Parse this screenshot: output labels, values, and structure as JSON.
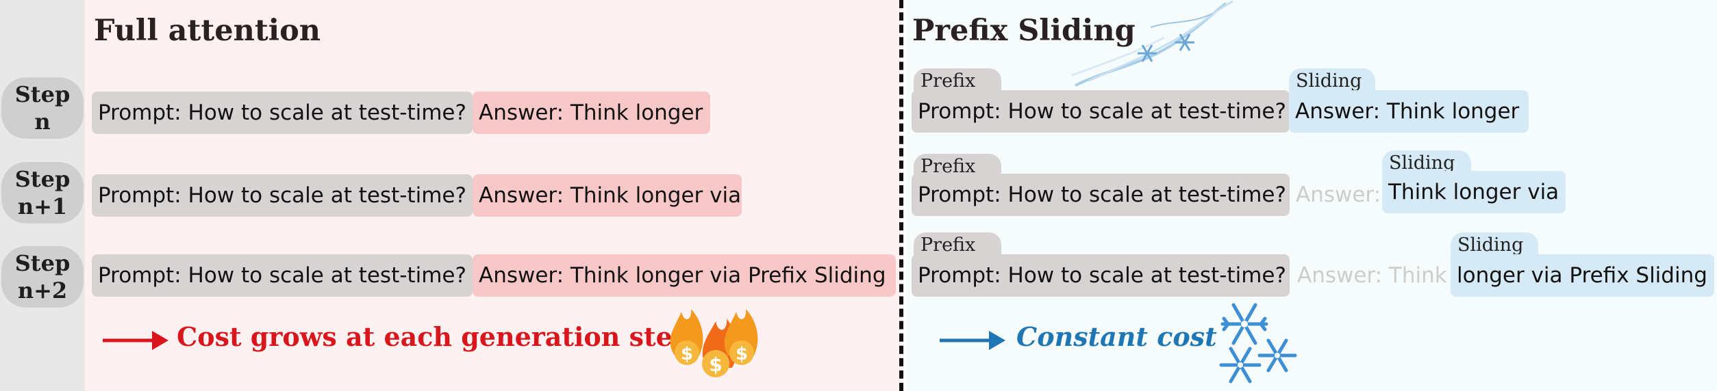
{
  "panels": {
    "left_title": "Full attention",
    "right_title": "Prefix Sliding"
  },
  "steps": [
    {
      "line1": "Step",
      "line2": "n"
    },
    {
      "line1": "Step",
      "line2": "n+1"
    },
    {
      "line1": "Step",
      "line2": "n+2"
    }
  ],
  "full_attention": {
    "prompt": "Prompt: How to scale at test-time?",
    "answers": [
      "Answer: Think longer",
      "Answer: Think longer via",
      "Answer: Think longer via Prefix Sliding"
    ],
    "cost_text": "Cost grows at each generation step"
  },
  "prefix_sliding": {
    "prefix_tag": "Prefix",
    "sliding_tag": "Sliding",
    "prompt": "Prompt: How to scale at test-time?",
    "rows": [
      {
        "faded": "",
        "window": "Answer: Think longer"
      },
      {
        "faded": "Answer:",
        "window": "Think longer via"
      },
      {
        "faded": "Answer: Think",
        "window": "longer via Prefix Sliding"
      }
    ],
    "cost_text": "Constant cost"
  },
  "colors": {
    "red_accent": "#d8161c",
    "blue_accent": "#1f76b4",
    "answer_red": "#f8c8c8",
    "answer_blue": "#d6e9f6",
    "prompt_gray": "#d7d3d2"
  },
  "icons": [
    "fire-dollar-icon",
    "snowflake-cluster-icon",
    "wind-snowflake-icon"
  ]
}
